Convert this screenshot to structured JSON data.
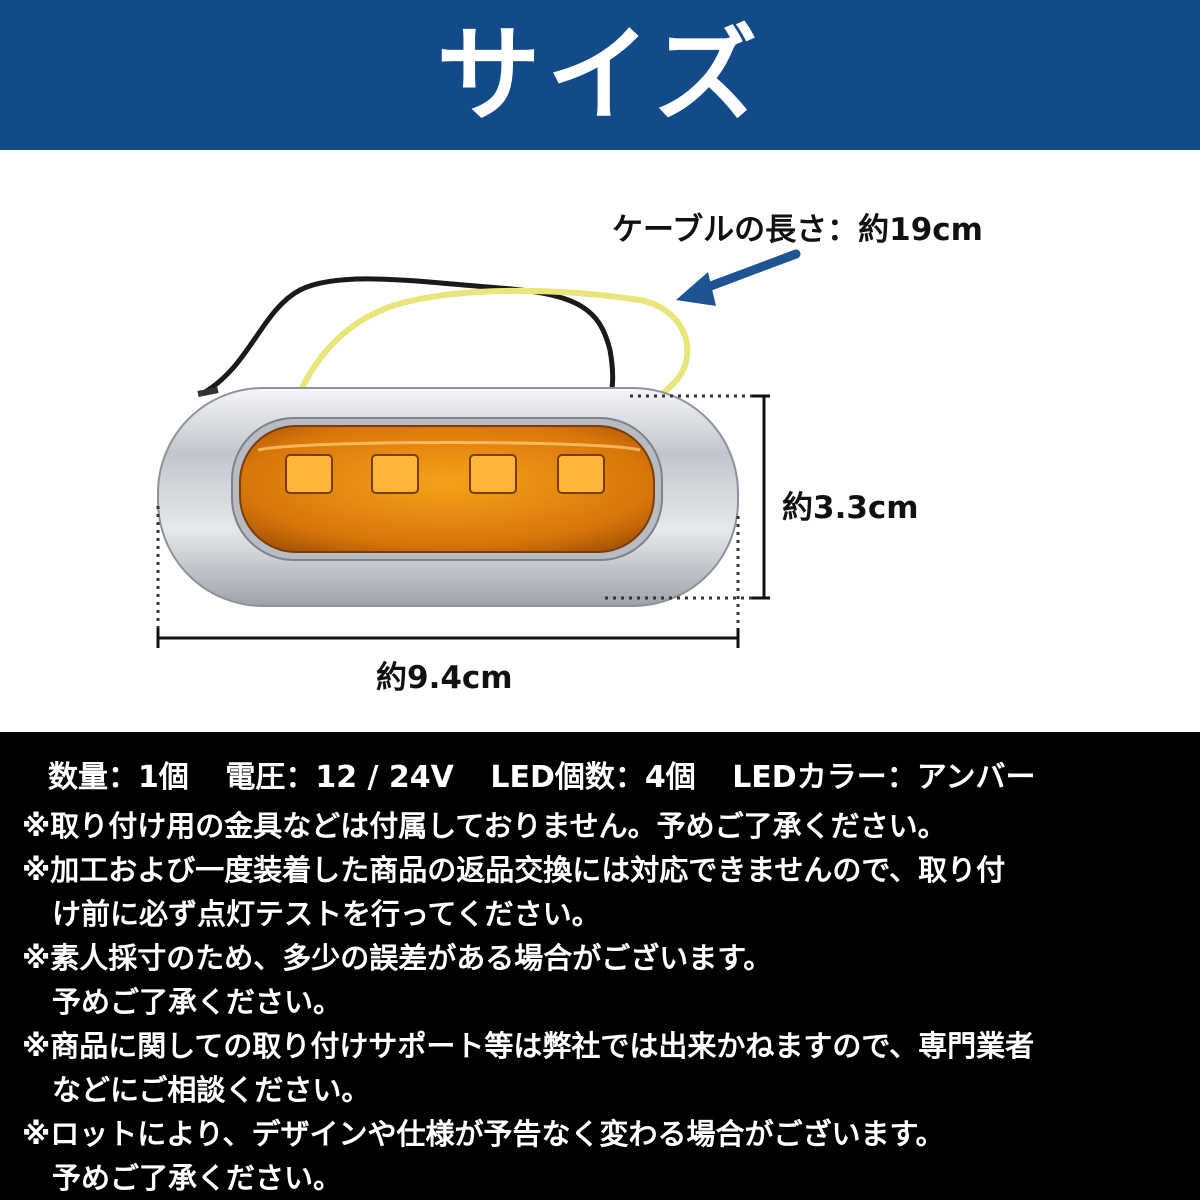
{
  "header": {
    "title": "サイズ"
  },
  "figure": {
    "cable_length_label": "ケーブルの長さ：約19cm",
    "height_label": "約3.3cm",
    "width_label": "約9.4cm",
    "colors": {
      "lens": "#e8890c",
      "chrome": "#c9ccd1",
      "cable_yellow": "#e8e57a",
      "cable_black": "#1a1a1a",
      "arrow": "#1f5494"
    }
  },
  "specs": {
    "quantity": "数量：1個",
    "voltage": "電圧：12 / 24V",
    "led_count": "LED個数：4個",
    "led_color": "LEDカラー：アンバー"
  },
  "notes": [
    [
      "※取り付け用の金具などは付属しておりません。予めご了承ください。"
    ],
    [
      "※加工および一度装着した商品の返品交換には対応できませんので、取り付",
      "け前に必ず点灯テストを行ってください。"
    ],
    [
      "※素人採寸のため、多少の誤差がある場合がございます。",
      "予めご了承ください。"
    ],
    [
      "※商品に関しての取り付けサポート等は弊社では出来かねますので、専門業者",
      "などにご相談ください。"
    ],
    [
      "※ロットにより、デザインや仕様が予告なく変わる場合がございます。",
      "予めご了承ください。"
    ]
  ],
  "colors": {
    "header_bg": "#134b8a",
    "notes_bg": "#000000",
    "text_on_dark": "#ffffff"
  }
}
